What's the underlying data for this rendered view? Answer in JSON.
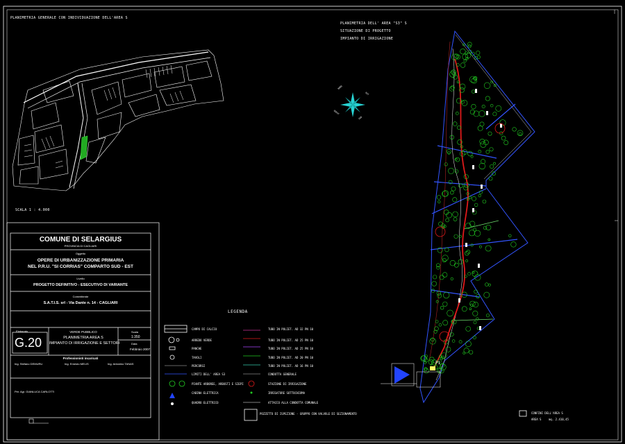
{
  "colors": {
    "background": "#000000",
    "line": "#ffffff",
    "tree": "#22cc22",
    "pipe": "#e01a1a",
    "zone": "#3355ff",
    "compass": "#27d3d3",
    "hedge": "#6fe06f"
  },
  "general_plan": {
    "title": "PLANIMETRIA GENERALE CON INDIVIDUAZIONE DELL'AREA S",
    "scale": "SCALA  1 : 4.000"
  },
  "area_plan": {
    "title_1": "PLANIMETRIA DELL' AREA \"S3\" S",
    "title_2": "SITUAZIONE DI PROGETTO",
    "title_3": "IMPIANTO DI IRRIGAZIONE",
    "pump_label": "P1"
  },
  "compass": {
    "n": "NORD",
    "e": "EST",
    "s": "SUD",
    "w": "OVEST"
  },
  "title_block": {
    "municipality": "COMUNE DI SELARGIUS",
    "province": "PROVINCIA DI CAGLIARI",
    "object_label": "Oggetto",
    "object_line_1": "OPERE DI URBANIZZAZIONE PRIMARIA",
    "object_line_2": "NEL P.R.U. \"SI CORRIAS\" COMPARTO SUD - EST",
    "phase_label": "Livello",
    "phase": "PROGETTO DEFINITIVO - ESECUTIVO DI VARIANTE",
    "client_label": "Committente",
    "client": "S.A.T.I.S. srl  -  Via Dante n. 14  -  CAGLIARI",
    "drawing_label": "Elaborato",
    "drawing_no": "G.20",
    "desc_1": "VERDE PUBBLICO",
    "desc_2": "PLANIMETRIA AREA S",
    "desc_3": "IMPIANTO DI IRRIGAZIONE E SETTORI",
    "scale_label": "Scala",
    "scale": "1:350",
    "date_label": "Data",
    "date": "Febbraio 2007",
    "designers_label": "Professionisti incaricati",
    "designer_1": "Ing. Stefano DEMURU",
    "designer_2": "Ing. Ernesto MELIS",
    "designer_3": "Ing. Antonino TANAS",
    "collab": "Per. Agr. GIANLUCA CARLOTTI"
  },
  "legend": {
    "title": "LEGENDA",
    "items_left": [
      "CAMPO DI CALCIO",
      "ARREDO VERDE",
      "PANCHE",
      "TAVOLI",
      "PERCORSI",
      "LIMITI DELL' AREA S3",
      "PIANTE ARBOREE, ARBUSTI E SIEPI",
      "CABINA ELETTRICA",
      "QUADRO ELETTRICO"
    ],
    "items_right": [
      "TUBO IN POLIET. AD 32 PN 10",
      "TUBO IN POLIET. AD 25 PN 10",
      "TUBO IN POLIET. AD 25 PN 10",
      "TUBO IN POLIET. AD 20 PN 10",
      "TUBO IN POLIET. AD 16 PN 10",
      "CONDOTTA GENERALE",
      "STAZIONE DI IRRIGAZIONE",
      "IRRIGATORE SOTTOCHIOMA",
      "ATTACCO ALLA CONDOTTA COMUNALE"
    ],
    "bottom_note": "POZZETTO DI ISPEZIONE - GRUPPO CON VALVOLE DI SEZIONAMENTO"
  },
  "sector_legend": {
    "line_1": "CONFINI DELL'AREA S",
    "line_2": "AREA S",
    "line_3": "mq. 2.410,45"
  }
}
